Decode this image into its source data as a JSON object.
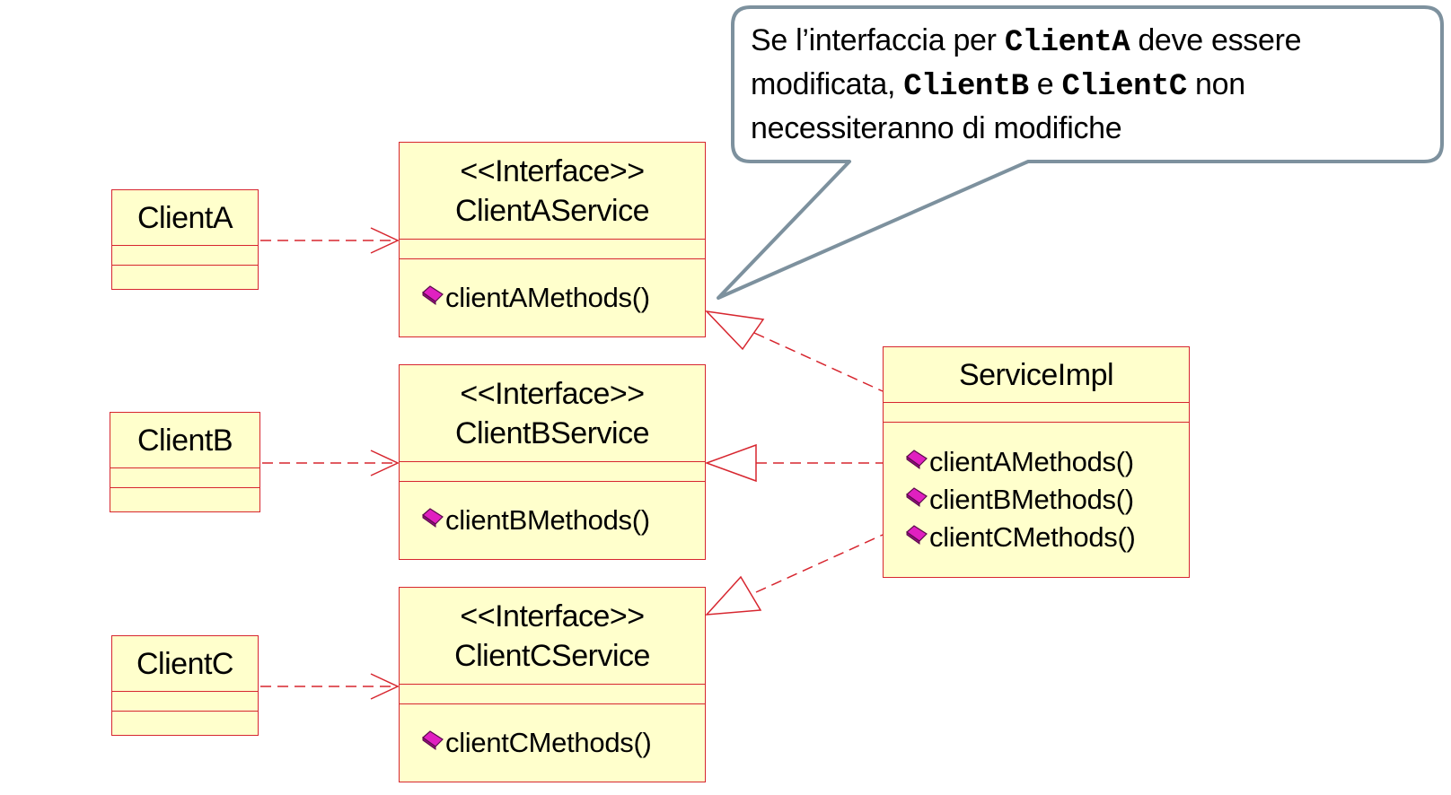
{
  "classes": {
    "clientA": {
      "name": "ClientA"
    },
    "clientB": {
      "name": "ClientB"
    },
    "clientC": {
      "name": "ClientC"
    },
    "clientAService": {
      "stereotype": "<<Interface>>",
      "name": "ClientAService",
      "ops": [
        "clientAMethods()"
      ]
    },
    "clientBService": {
      "stereotype": "<<Interface>>",
      "name": "ClientBService",
      "ops": [
        "clientBMethods()"
      ]
    },
    "clientCService": {
      "stereotype": "<<Interface>>",
      "name": "ClientCService",
      "ops": [
        "clientCMethods()"
      ]
    },
    "serviceImpl": {
      "name": "ServiceImpl",
      "ops": [
        "clientAMethods()",
        "clientBMethods()",
        "clientCMethods()"
      ]
    }
  },
  "callout": {
    "part1": "Se l’interfaccia per ",
    "code1": "ClientA",
    "part2": " deve essere modificata, ",
    "code2": "ClientB",
    "part3": " e ",
    "code3": "ClientC",
    "part4": " non necessiteranno di modifiche"
  },
  "colors": {
    "class_fill": "#ffffcc",
    "class_border": "#d7262f",
    "edge": "#d7262f",
    "callout_border": "#7d919e",
    "op_icon": "#e020c0"
  },
  "relations": [
    {
      "from": "ClientA",
      "to": "ClientAService",
      "kind": "dependency"
    },
    {
      "from": "ClientB",
      "to": "ClientBService",
      "kind": "dependency"
    },
    {
      "from": "ClientC",
      "to": "ClientCService",
      "kind": "dependency"
    },
    {
      "from": "ServiceImpl",
      "to": "ClientAService",
      "kind": "realization"
    },
    {
      "from": "ServiceImpl",
      "to": "ClientBService",
      "kind": "realization"
    },
    {
      "from": "ServiceImpl",
      "to": "ClientCService",
      "kind": "realization"
    }
  ]
}
